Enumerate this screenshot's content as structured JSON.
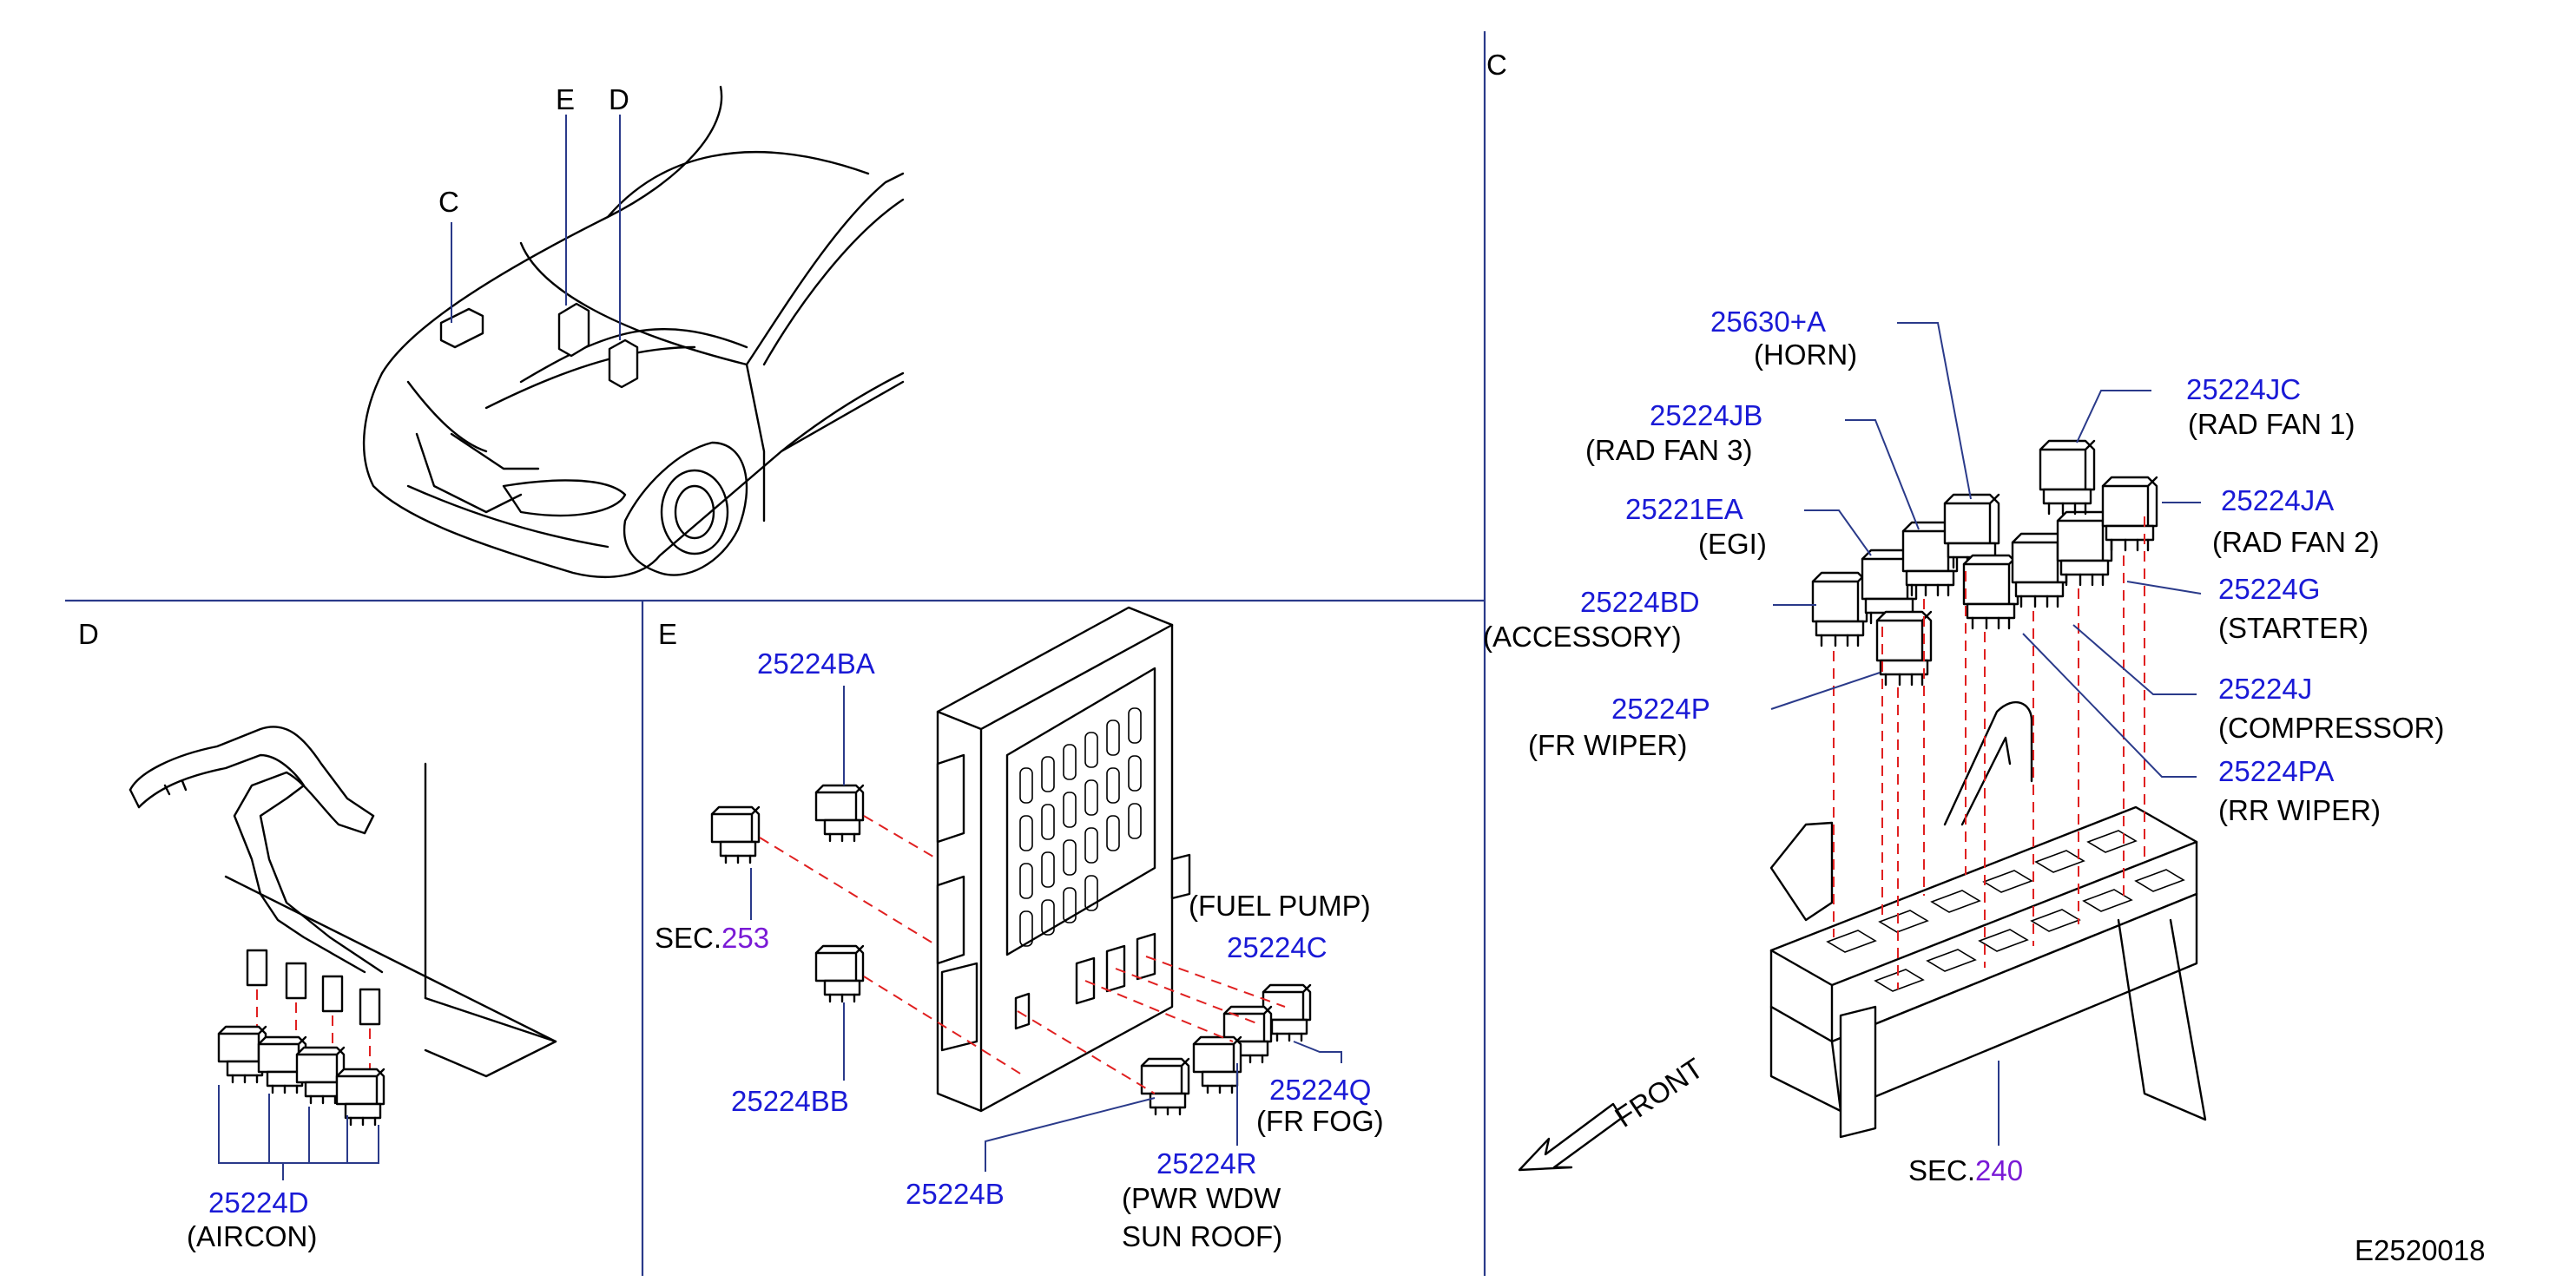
{
  "callouts": {
    "car_c": "C",
    "car_e": "E",
    "car_d": "D",
    "section_c": "C",
    "section_d": "D",
    "section_e": "E"
  },
  "section_d": {
    "part": "25224D",
    "desc": "(AIRCON)"
  },
  "section_e": {
    "p_25224BA": "25224BA",
    "sec_prefix": "SEC.",
    "sec_num": "253",
    "p_25224BB": "25224BB",
    "fuel_pump": "(FUEL  PUMP)",
    "p_25224C": "25224C",
    "p_25224Q": "25224Q",
    "fr_fog": "(FR  FOG)",
    "p_25224R": "25224R",
    "pwr_wdw": "(PWR  WDW",
    "sun_roof": "SUN  ROOF)",
    "p_25224B": "25224B"
  },
  "section_c": {
    "p_25630A": "25630+A",
    "horn": "(HORN)",
    "p_25224JB": "25224JB",
    "rad_fan_3": "(RAD  FAN  3)",
    "p_25221EA": "25221EA",
    "egi": "(EGI)",
    "p_25224BD": "25224BD",
    "accessory": "(ACCESSORY)",
    "p_25224P": "25224P",
    "fr_wiper": "(FR  WIPER)",
    "p_25224JC": "25224JC",
    "rad_fan_1": "(RAD  FAN  1)",
    "p_25224JA": "25224JA",
    "rad_fan_2": "(RAD  FAN  2)",
    "p_25224G": "25224G",
    "starter": "(STARTER)",
    "p_25224J": "25224J",
    "compressor": "(COMPRESSOR)",
    "p_25224PA": "25224PA",
    "rr_wiper": "(RR  WIPER)",
    "front": "FRONT",
    "sec_prefix": "SEC.",
    "sec_num": "240"
  },
  "diagram_code": "E2520018",
  "colors": {
    "part_number": "#1a1ad6",
    "section_ref": "#7a1ad6",
    "divider": "#2a3a8a",
    "alignment_dash": "#e02020"
  }
}
